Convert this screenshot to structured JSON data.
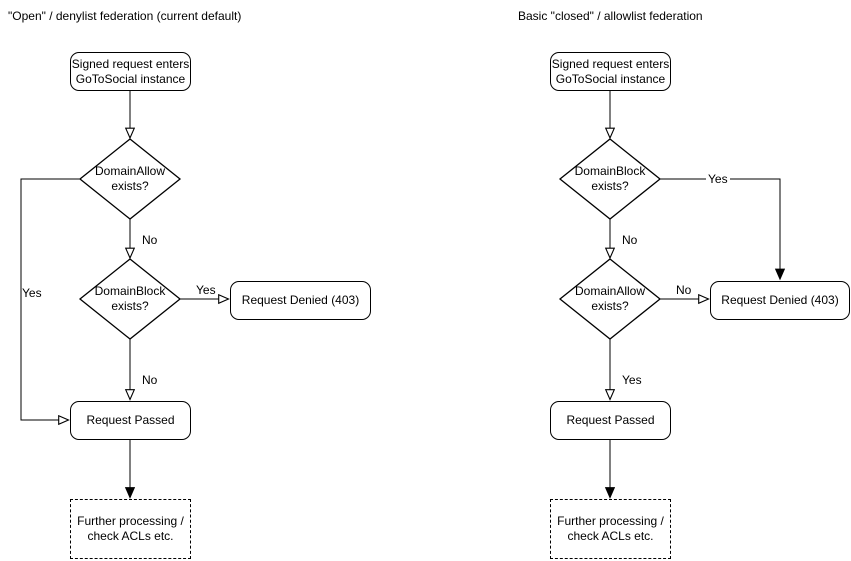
{
  "left": {
    "title": "\"Open\" / denylist federation (current default)",
    "nodes": {
      "start": "Signed request enters\nGoToSocial instance",
      "decision1": "DomainAllow\nexists?",
      "decision2": "DomainBlock\nexists?",
      "denied": "Request Denied (403)",
      "passed": "Request Passed",
      "further": "Further processing /\ncheck ACLs etc."
    },
    "labels": {
      "decision1_down": "No",
      "decision1_side": "Yes",
      "decision2_side": "Yes",
      "decision2_down": "No"
    }
  },
  "right": {
    "title": "Basic \"closed\" / allowlist federation",
    "nodes": {
      "start": "Signed request enters\nGoToSocial instance",
      "decision1": "DomainBlock\nexists?",
      "decision2": "DomainAllow\nexists?",
      "denied": "Request Denied (403)",
      "passed": "Request Passed",
      "further": "Further processing /\ncheck ACLs etc."
    },
    "labels": {
      "decision1_down": "No",
      "decision1_side": "Yes",
      "decision2_side": "No",
      "decision2_down": "Yes"
    }
  },
  "style": {
    "stroke_color": "#000000",
    "fill_color": "#ffffff"
  }
}
